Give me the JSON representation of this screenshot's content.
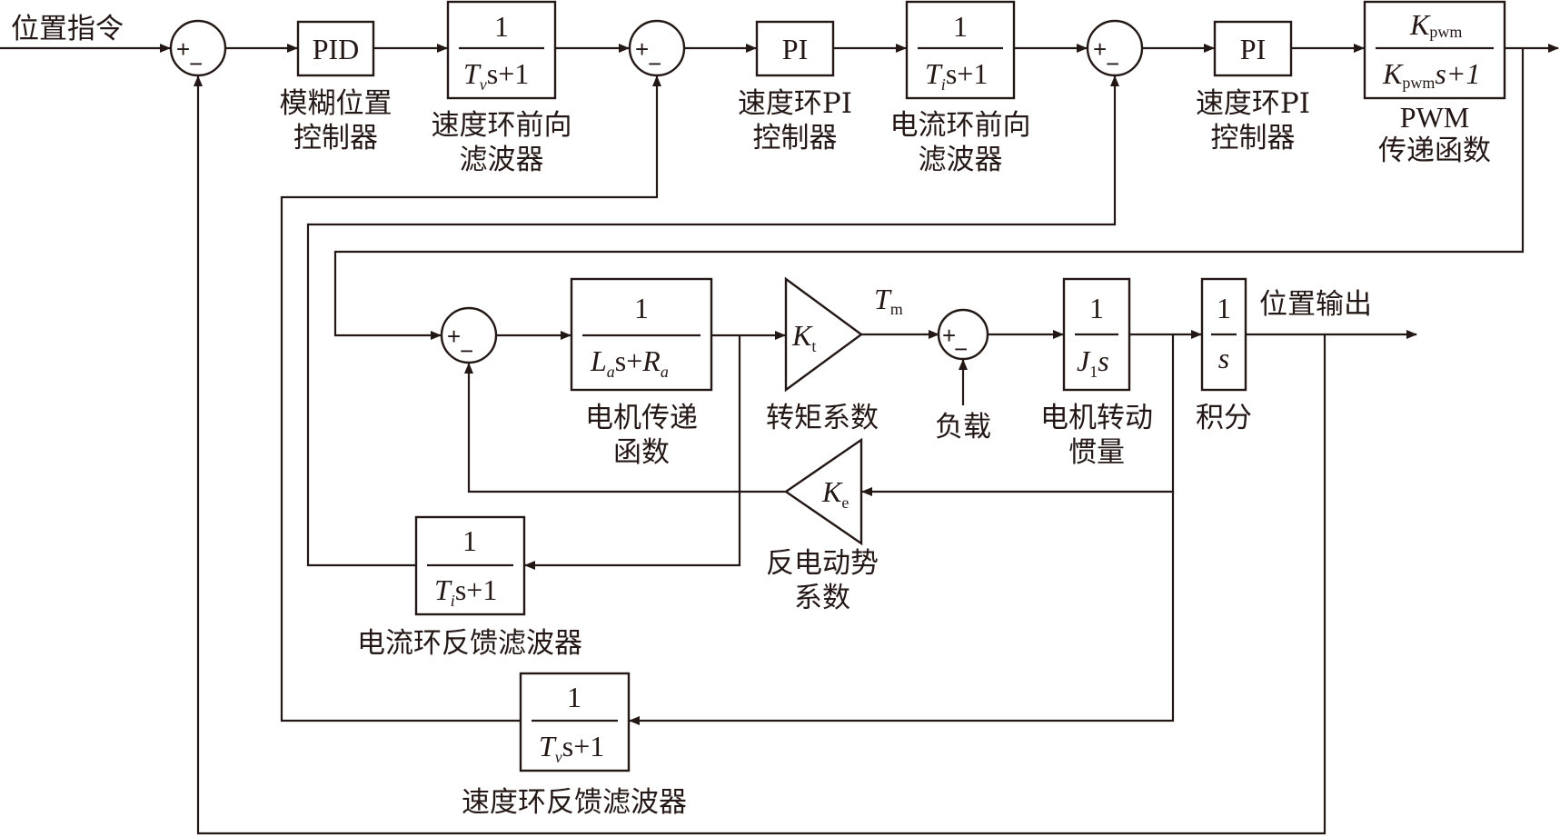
{
  "diagram": {
    "title": "",
    "colors": {
      "line": "#231815",
      "background": "#ffffff"
    },
    "signals": {
      "input": "位置指令",
      "output": "位置输出",
      "torque": {
        "main": "T",
        "sub": "m"
      },
      "load": "负载"
    },
    "sum_signs": {
      "plus": "+",
      "minus": "−"
    },
    "blocks": {
      "pid": {
        "text": "PID",
        "label": [
          "模糊位置",
          "控制器"
        ]
      },
      "speed_fwd_filter": {
        "num": "1",
        "den_T": "T",
        "den_sub": "v",
        "den_rest": "s+1",
        "label": [
          "速度环前向",
          "滤波器"
        ]
      },
      "speed_pi": {
        "text": "PI",
        "label": [
          "速度环PI",
          "控制器"
        ]
      },
      "current_fwd_filter": {
        "num": "1",
        "den_T": "T",
        "den_sub": "i",
        "den_rest": "s+1",
        "label": [
          "电流环前向",
          "滤波器"
        ]
      },
      "current_pi": {
        "text": "PI",
        "label": [
          "速度环PI",
          "控制器"
        ]
      },
      "pwm": {
        "num_K": "K",
        "num_sub": "pwm",
        "den_K": "K",
        "den_sub": "pwm",
        "den_rest": "s+1",
        "label": [
          "PWM",
          "传递函数"
        ]
      },
      "motor_tf": {
        "num": "1",
        "den_L": "L",
        "den_Lsub": "a",
        "den_mid": "s+",
        "den_R": "R",
        "den_Rsub": "a",
        "label": [
          "电机传递",
          "函数"
        ]
      },
      "torque_const": {
        "K": "K",
        "sub": "t",
        "label": [
          "转矩系数"
        ]
      },
      "inertia": {
        "num": "1",
        "den_J": "J",
        "den_sub": "1",
        "den_rest": "s",
        "label": [
          "电机转动",
          "惯量"
        ]
      },
      "integrator": {
        "num": "1",
        "den": "s",
        "label": [
          "积分"
        ]
      },
      "back_emf": {
        "K": "K",
        "sub": "e",
        "label": [
          "反电动势",
          "系数"
        ]
      },
      "current_fb_filter": {
        "num": "1",
        "den_T": "T",
        "den_sub": "i",
        "den_rest": "s+1",
        "label": [
          "电流环反馈滤波器"
        ]
      },
      "speed_fb_filter": {
        "num": "1",
        "den_T": "T",
        "den_sub": "v",
        "den_rest": "s+1",
        "label": [
          "速度环反馈滤波器"
        ]
      }
    }
  }
}
